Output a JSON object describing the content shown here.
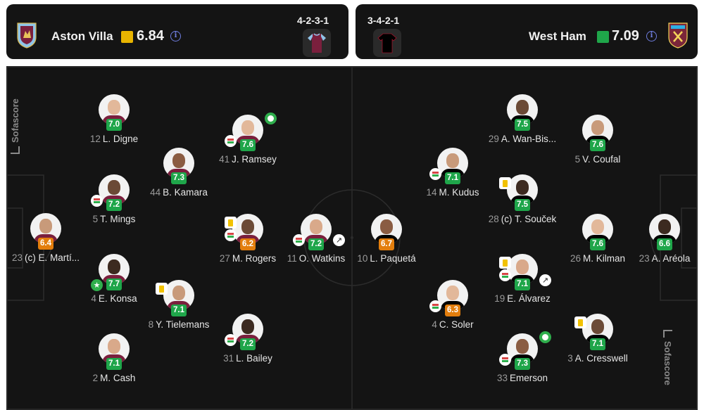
{
  "home": {
    "name": "Aston Villa",
    "rating": "6.84",
    "formation": "4-2-3-1",
    "rating_color": "#e8b400",
    "kit_color": "#7a1f3d",
    "kit_sleeve": "#8fc4e8"
  },
  "away": {
    "name": "West Ham",
    "rating": "7.09",
    "formation": "3-4-2-1",
    "rating_color": "#1fa64a",
    "kit_color": "#000000",
    "kit_sleeve": "#111111"
  },
  "info_label": "i",
  "brand": {
    "name": "Sofascore"
  },
  "colors": {
    "green": "#1fa64a",
    "orange": "#e37e0d"
  },
  "players": [
    {
      "num": "23",
      "name": "(c) E. Martí...",
      "rating": "6.4",
      "color": "orange",
      "events": []
    },
    {
      "num": "12",
      "name": "L. Digne",
      "rating": "7.0",
      "color": "green",
      "events": []
    },
    {
      "num": "5",
      "name": "T. Mings",
      "rating": "7.2",
      "color": "green",
      "events": [
        "substitution"
      ]
    },
    {
      "num": "4",
      "name": "E. Konsa",
      "rating": "7.7",
      "color": "green",
      "events": [
        "player-of-match"
      ]
    },
    {
      "num": "2",
      "name": "M. Cash",
      "rating": "7.1",
      "color": "green",
      "events": []
    },
    {
      "num": "44",
      "name": "B. Kamara",
      "rating": "7.3",
      "color": "green",
      "events": []
    },
    {
      "num": "8",
      "name": "Y. Tielemans",
      "rating": "7.1",
      "color": "green",
      "events": [
        "yellow-card"
      ]
    },
    {
      "num": "41",
      "name": "J. Ramsey",
      "rating": "7.6",
      "color": "green",
      "events": [
        "goal",
        "substitution"
      ]
    },
    {
      "num": "27",
      "name": "M. Rogers",
      "rating": "6.2",
      "color": "orange",
      "events": [
        "yellow-card",
        "substitution"
      ]
    },
    {
      "num": "31",
      "name": "L. Bailey",
      "rating": "7.2",
      "color": "green",
      "events": [
        "substitution"
      ]
    },
    {
      "num": "11",
      "name": "O. Watkins",
      "rating": "7.2",
      "color": "green",
      "events": [
        "substitution",
        "assist"
      ]
    },
    {
      "num": "10",
      "name": "L. Paquetá",
      "rating": "6.7",
      "color": "orange",
      "events": []
    },
    {
      "num": "14",
      "name": "M. Kudus",
      "rating": "7.1",
      "color": "green",
      "events": [
        "substitution"
      ]
    },
    {
      "num": "4",
      "name": "C. Soler",
      "rating": "6.3",
      "color": "orange",
      "events": [
        "substitution"
      ]
    },
    {
      "num": "29",
      "name": "A. Wan-Bis...",
      "rating": "7.5",
      "color": "green",
      "events": []
    },
    {
      "num": "28",
      "name": "(c) T. Souček",
      "rating": "7.5",
      "color": "green",
      "events": [
        "yellow-card"
      ]
    },
    {
      "num": "19",
      "name": "E. Álvarez",
      "rating": "7.1",
      "color": "green",
      "events": [
        "yellow-card",
        "substitution",
        "assist"
      ]
    },
    {
      "num": "33",
      "name": "Emerson",
      "rating": "7.3",
      "color": "green",
      "events": [
        "goal",
        "substitution"
      ]
    },
    {
      "num": "5",
      "name": "V. Coufal",
      "rating": "7.6",
      "color": "green",
      "events": []
    },
    {
      "num": "26",
      "name": "M. Kilman",
      "rating": "7.6",
      "color": "green",
      "events": []
    },
    {
      "num": "3",
      "name": "A. Cresswell",
      "rating": "7.1",
      "color": "green",
      "events": [
        "yellow-card"
      ]
    },
    {
      "num": "23",
      "name": "A. Aréola",
      "rating": "6.6",
      "color": "green",
      "events": []
    }
  ]
}
